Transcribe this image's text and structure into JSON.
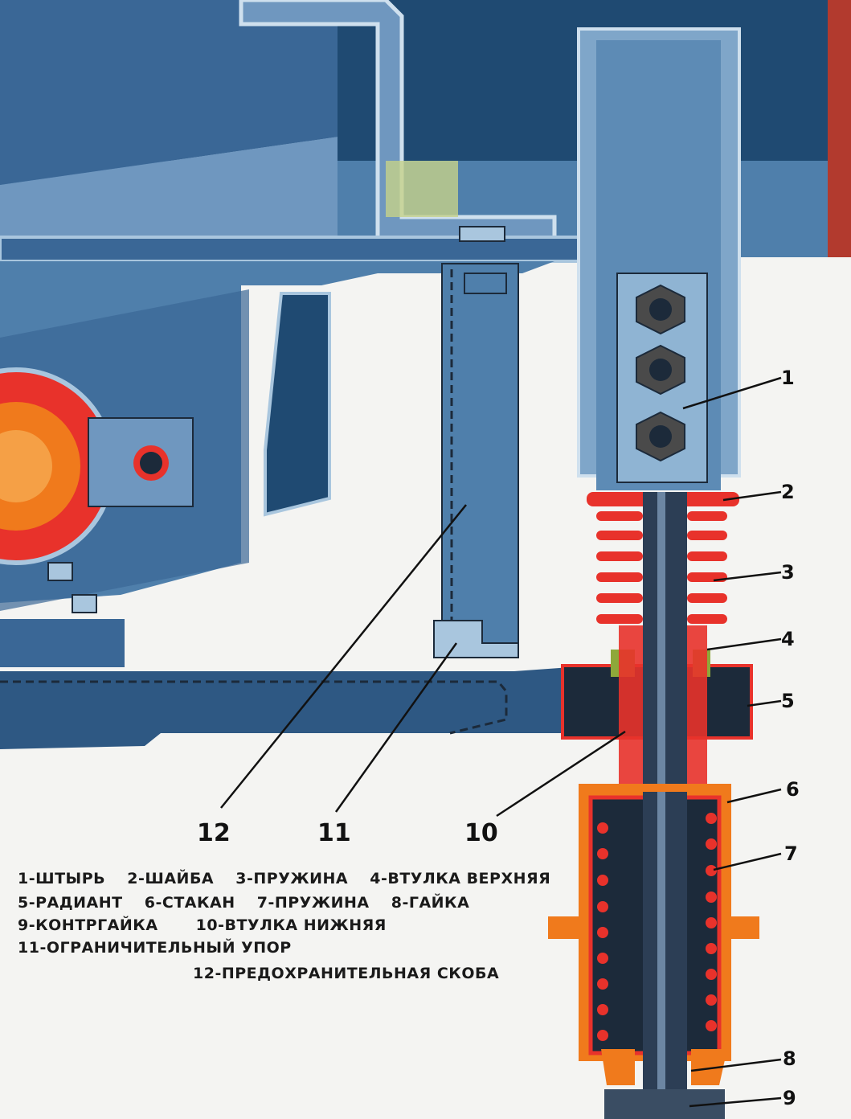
{
  "colors": {
    "frame_dark": "#1f4a72",
    "frame_mid": "#4f7fab",
    "frame_light": "#a9c6de",
    "highlight": "#ffffff",
    "spring_red": "#e8322b",
    "housing_orange": "#f07a1c",
    "bushing_green": "#8ea83a",
    "rod_dark": "#1c2a3a",
    "background": "#f4f4f2"
  },
  "callouts": [
    {
      "id": "1",
      "label": "1"
    },
    {
      "id": "2",
      "label": "2"
    },
    {
      "id": "3",
      "label": "3"
    },
    {
      "id": "4",
      "label": "4"
    },
    {
      "id": "5",
      "label": "5"
    },
    {
      "id": "6",
      "label": "6"
    },
    {
      "id": "7",
      "label": "7"
    },
    {
      "id": "8",
      "label": "8"
    },
    {
      "id": "9",
      "label": "9"
    },
    {
      "id": "10",
      "label": "10"
    },
    {
      "id": "11",
      "label": "11"
    },
    {
      "id": "12",
      "label": "12"
    }
  ],
  "legend": {
    "line1": [
      "1-ШТЫРЬ",
      "2-ШАЙБА",
      "3-ПРУЖИНА",
      "4-ВТУЛКА ВЕРХНЯЯ"
    ],
    "line2": [
      "5-РАДИАНТ",
      "6-СТАКАН",
      "7-ПРУЖИНА",
      "8-ГАЙКА"
    ],
    "line3": [
      "9-КОНТРГАЙКА",
      "10-ВТУЛКА НИЖНЯЯ"
    ],
    "line4": [
      "11-ОГРАНИЧИТЕЛЬНЫЙ УПОР"
    ],
    "line5": [
      "12-ПРЕДОХРАНИТЕЛЬНАЯ СКОБА"
    ]
  }
}
